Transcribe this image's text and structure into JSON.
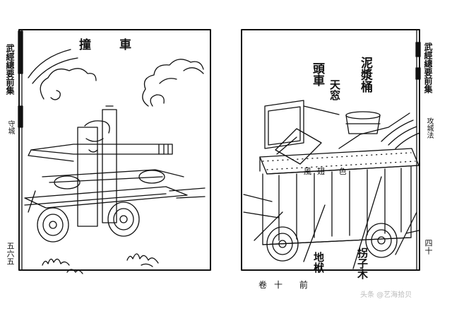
{
  "left_page": {
    "title": "撞車",
    "margin_title": "武經總要前集",
    "section": "守城",
    "page_number": "五六五"
  },
  "right_page": {
    "margin_title": "武經總要前集",
    "section": "攻城法",
    "page_number_partial": "四十",
    "labels": {
      "mud_bucket": "泥漿桶",
      "skylight": "天窓",
      "head_cart": "頭車",
      "banner": "風翅 色",
      "ground_stakes": "地栿",
      "crutch_wood": "拐子木"
    },
    "volume": "卷十 前"
  },
  "watermark": "头条 @艺海拾贝"
}
